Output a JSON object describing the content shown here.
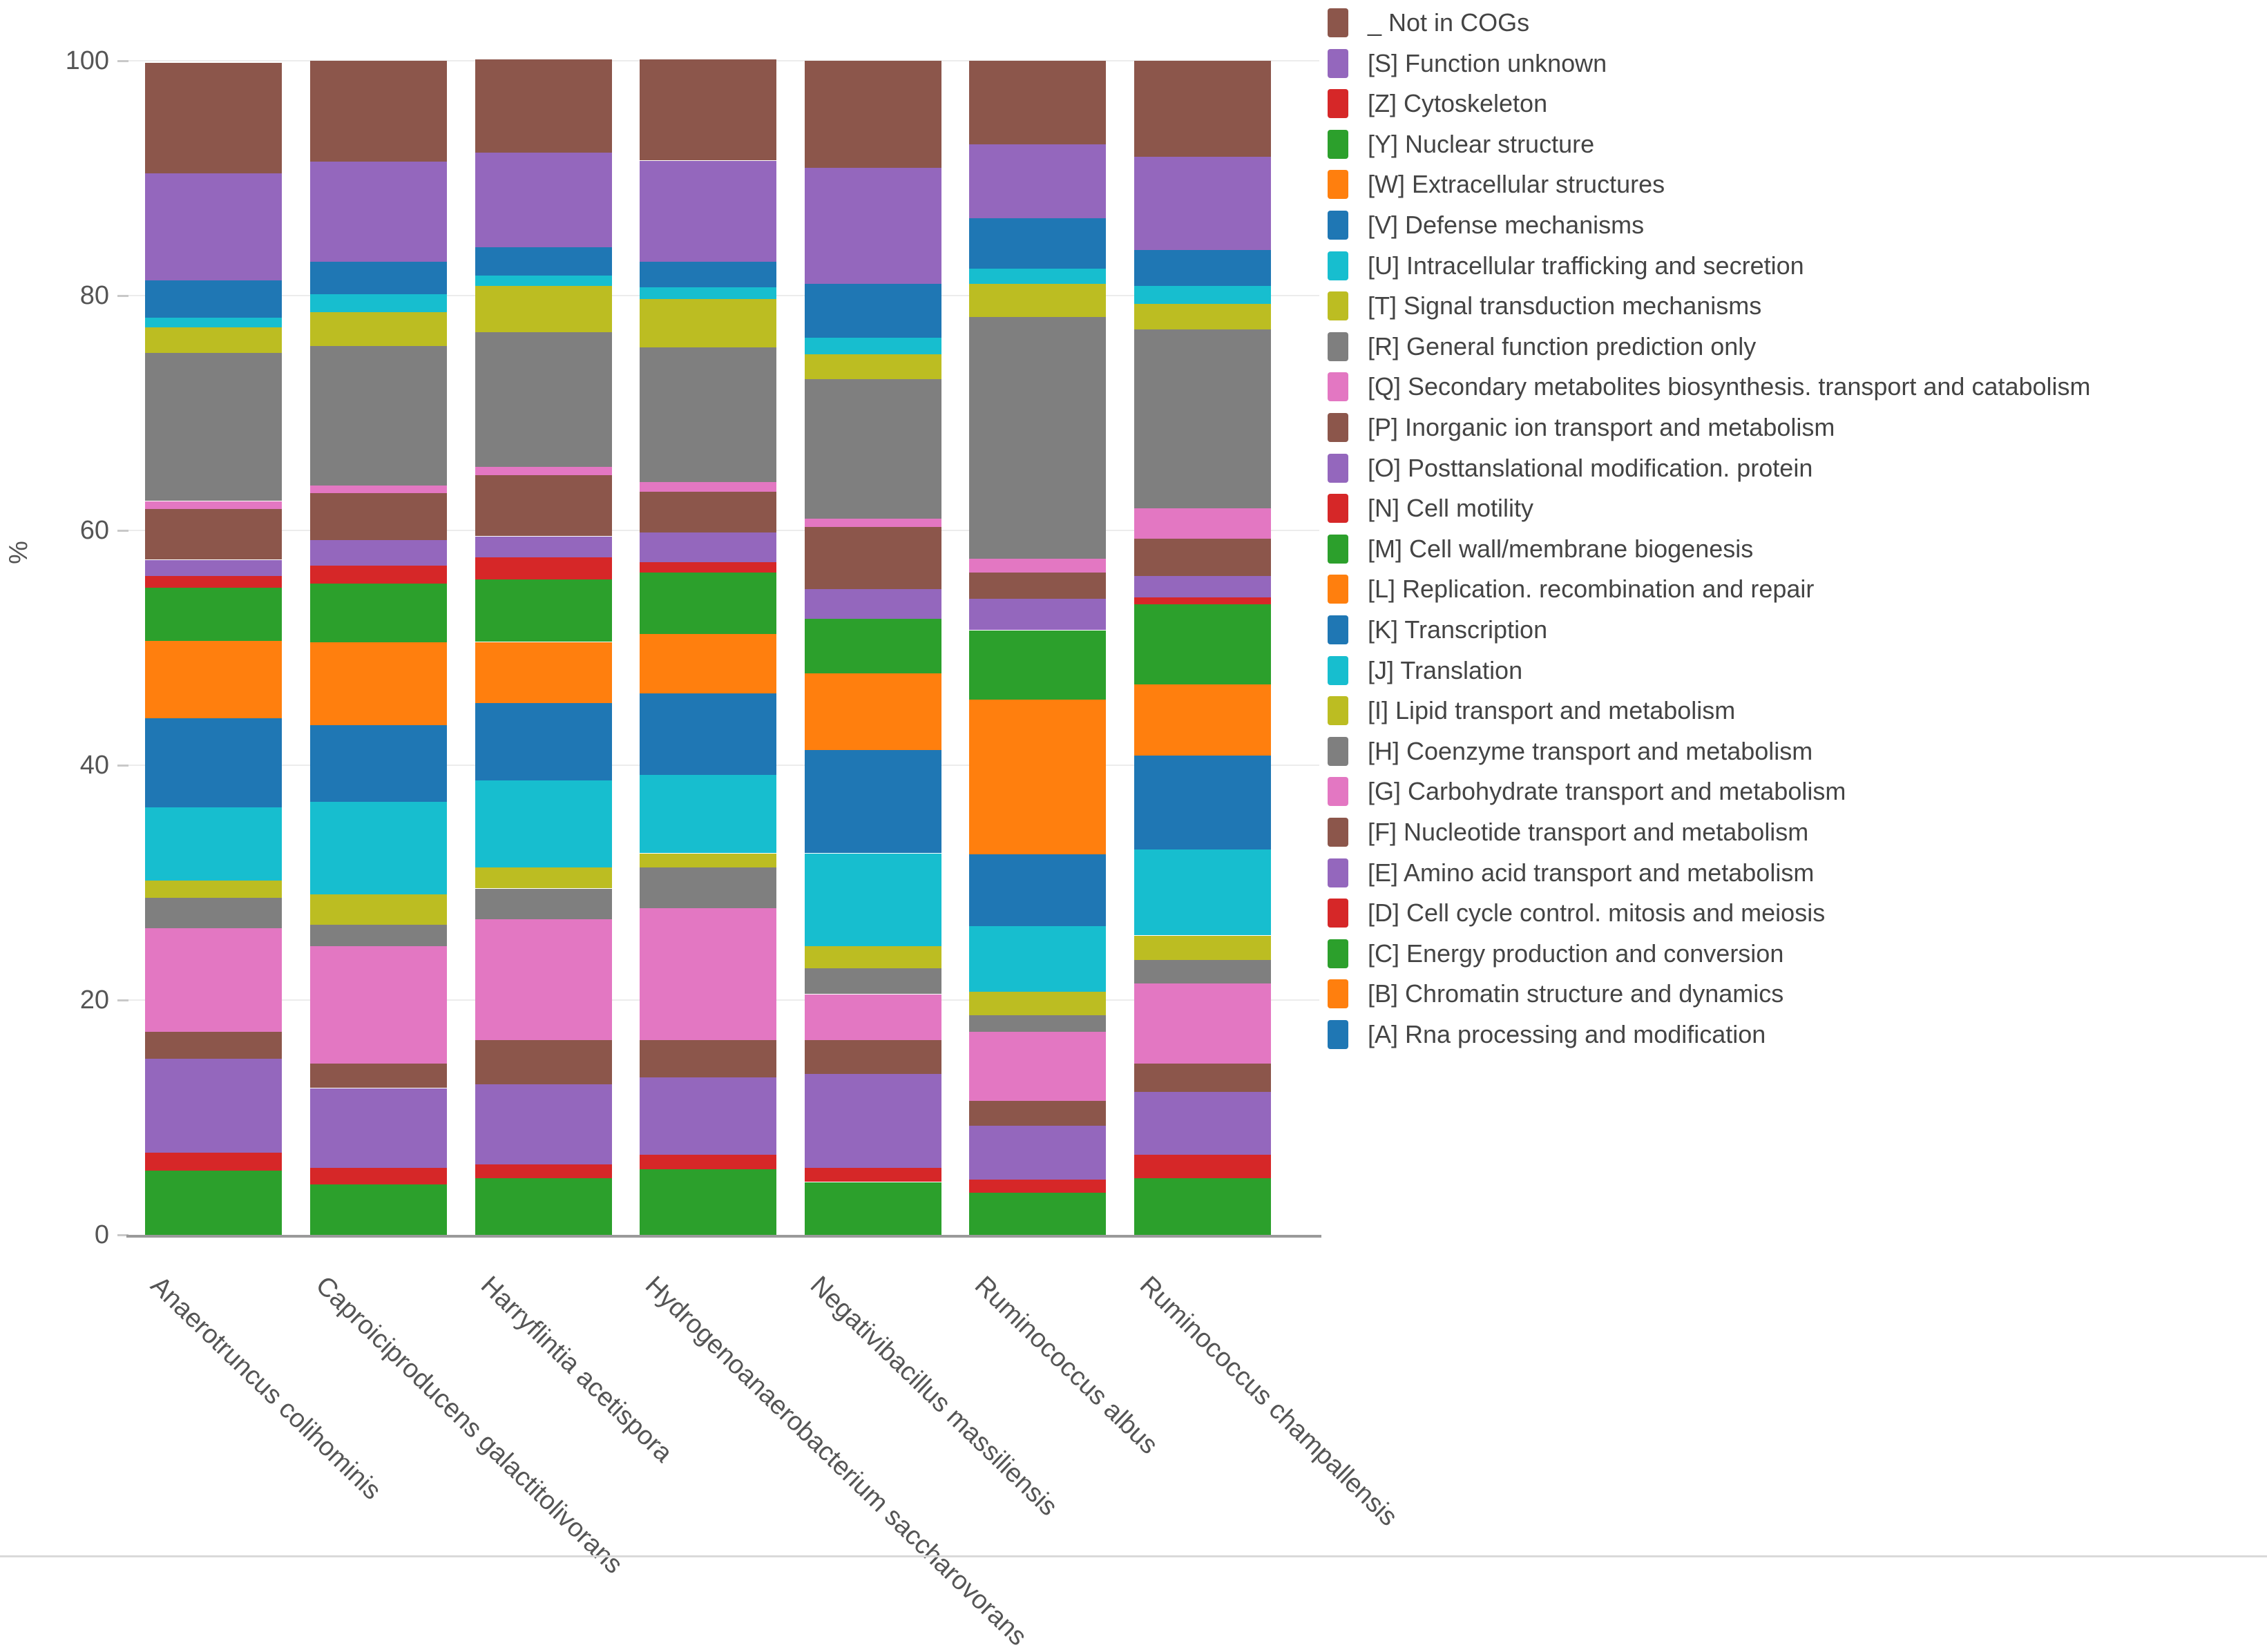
{
  "chart_data": {
    "type": "bar",
    "stacked": true,
    "orientation": "vertical",
    "title": "",
    "xlabel": "",
    "ylabel": "%",
    "ylim": [
      0,
      100
    ],
    "yticks": [
      0,
      20,
      40,
      60,
      80,
      100
    ],
    "grid": true,
    "legend_position": "right",
    "categories": [
      "Anaerotruncus colihominis",
      "Caproiciproducens galactitolivorans",
      "Harryflintia acetispora",
      "Hydrogenoanaerobacterium saccharovorans",
      "Negativibacillus massiliensis",
      "Ruminococcus albus",
      "Ruminococcus champallensis"
    ],
    "series_note": "series listed in stacking order, bottom of bar first; values are percent of annotated genes",
    "series": [
      {
        "name": "[A] Rna processing and modification",
        "color": "#1f77b4",
        "values": [
          0,
          0,
          0,
          0,
          0,
          0,
          0
        ]
      },
      {
        "name": "[B] Chromatin structure and dynamics",
        "color": "#ff7f0e",
        "values": [
          0,
          0,
          0,
          0,
          0,
          0,
          0
        ]
      },
      {
        "name": "[C] Energy production and conversion",
        "color": "#2ca02c",
        "values": [
          5.5,
          4.3,
          4.8,
          5.6,
          4.5,
          3.6,
          4.8
        ]
      },
      {
        "name": "[D] Cell cycle control. mitosis and meiosis",
        "color": "#d62728",
        "values": [
          1.5,
          1.4,
          1.2,
          1.2,
          1.2,
          1.1,
          2.0
        ]
      },
      {
        "name": "[E] Amino acid transport and metabolism",
        "color": "#9467bd",
        "values": [
          8.0,
          6.8,
          6.8,
          6.6,
          8.0,
          4.6,
          5.4
        ]
      },
      {
        "name": "[F] Nucleotide transport and metabolism",
        "color": "#8c564b",
        "values": [
          2.3,
          2.1,
          3.8,
          3.2,
          2.9,
          2.1,
          2.4
        ]
      },
      {
        "name": "[G] Carbohydrate transport and metabolism",
        "color": "#e377c2",
        "values": [
          8.8,
          10.0,
          10.3,
          11.2,
          3.9,
          5.9,
          6.8
        ]
      },
      {
        "name": "[H] Coenzyme transport and metabolism",
        "color": "#7f7f7f",
        "values": [
          2.6,
          1.8,
          2.6,
          3.5,
          2.2,
          1.4,
          2.0
        ]
      },
      {
        "name": "[I] Lipid transport and metabolism",
        "color": "#bcbd22",
        "values": [
          1.5,
          2.6,
          1.8,
          1.2,
          1.9,
          2.0,
          2.1
        ]
      },
      {
        "name": "[J] Translation",
        "color": "#17becf",
        "values": [
          6.2,
          7.9,
          7.4,
          6.7,
          7.9,
          5.6,
          7.3
        ]
      },
      {
        "name": "[K] Transcription",
        "color": "#1f77b4",
        "values": [
          7.6,
          6.5,
          6.6,
          6.9,
          8.8,
          6.1,
          8.0
        ]
      },
      {
        "name": "[L] Replication. recombination and repair",
        "color": "#ff7f0e",
        "values": [
          6.6,
          7.1,
          5.2,
          5.1,
          6.5,
          13.2,
          6.1
        ]
      },
      {
        "name": "[M] Cell wall/membrane biogenesis",
        "color": "#2ca02c",
        "values": [
          4.5,
          5.0,
          5.3,
          5.2,
          4.7,
          5.9,
          6.8
        ]
      },
      {
        "name": "[N] Cell motility",
        "color": "#d62728",
        "values": [
          1.0,
          1.5,
          1.9,
          0.9,
          0,
          0,
          0.6
        ]
      },
      {
        "name": "[O] Posttanslational modification. protein",
        "color": "#9467bd",
        "values": [
          1.4,
          2.2,
          1.8,
          2.5,
          2.5,
          2.7,
          1.8
        ]
      },
      {
        "name": "[P] Inorganic ion transport and metabolism",
        "color": "#8c564b",
        "values": [
          4.3,
          4.0,
          5.2,
          3.5,
          5.3,
          2.2,
          3.2
        ]
      },
      {
        "name": "[Q] Secondary metabolites biosynthesis. transport and catabolism",
        "color": "#e377c2",
        "values": [
          0.7,
          0.6,
          0.7,
          0.8,
          0.7,
          1.2,
          2.6
        ]
      },
      {
        "name": "[R] General function prediction only",
        "color": "#7f7f7f",
        "values": [
          12.6,
          11.9,
          11.5,
          11.5,
          11.9,
          20.6,
          15.2
        ]
      },
      {
        "name": "[T] Signal transduction mechanisms",
        "color": "#bcbd22",
        "values": [
          2.2,
          2.9,
          3.9,
          4.1,
          2.1,
          2.8,
          2.2
        ]
      },
      {
        "name": "[U] Intracellular trafficking and secretion",
        "color": "#17becf",
        "values": [
          0.8,
          1.5,
          0.9,
          1.0,
          1.4,
          1.3,
          1.5
        ]
      },
      {
        "name": "[V] Defense mechanisms",
        "color": "#1f77b4",
        "values": [
          3.2,
          2.8,
          2.4,
          2.2,
          4.6,
          4.3,
          3.1
        ]
      },
      {
        "name": "[W] Extracellular structures",
        "color": "#ff7f0e",
        "values": [
          0,
          0,
          0,
          0,
          0,
          0,
          0
        ]
      },
      {
        "name": "[Y] Nuclear structure",
        "color": "#2ca02c",
        "values": [
          0,
          0,
          0,
          0,
          0,
          0,
          0
        ]
      },
      {
        "name": "[Z] Cytoskeleton",
        "color": "#d62728",
        "values": [
          0,
          0,
          0,
          0,
          0,
          0,
          0
        ]
      },
      {
        "name": "[S] Function unknown",
        "color": "#9467bd",
        "values": [
          9.1,
          8.5,
          8.1,
          8.6,
          9.9,
          6.3,
          7.9
        ]
      },
      {
        "name": "_ Not in COGs",
        "color": "#8c564b",
        "values": [
          9.4,
          8.6,
          7.9,
          8.6,
          9.1,
          7.1,
          8.2
        ]
      }
    ]
  }
}
